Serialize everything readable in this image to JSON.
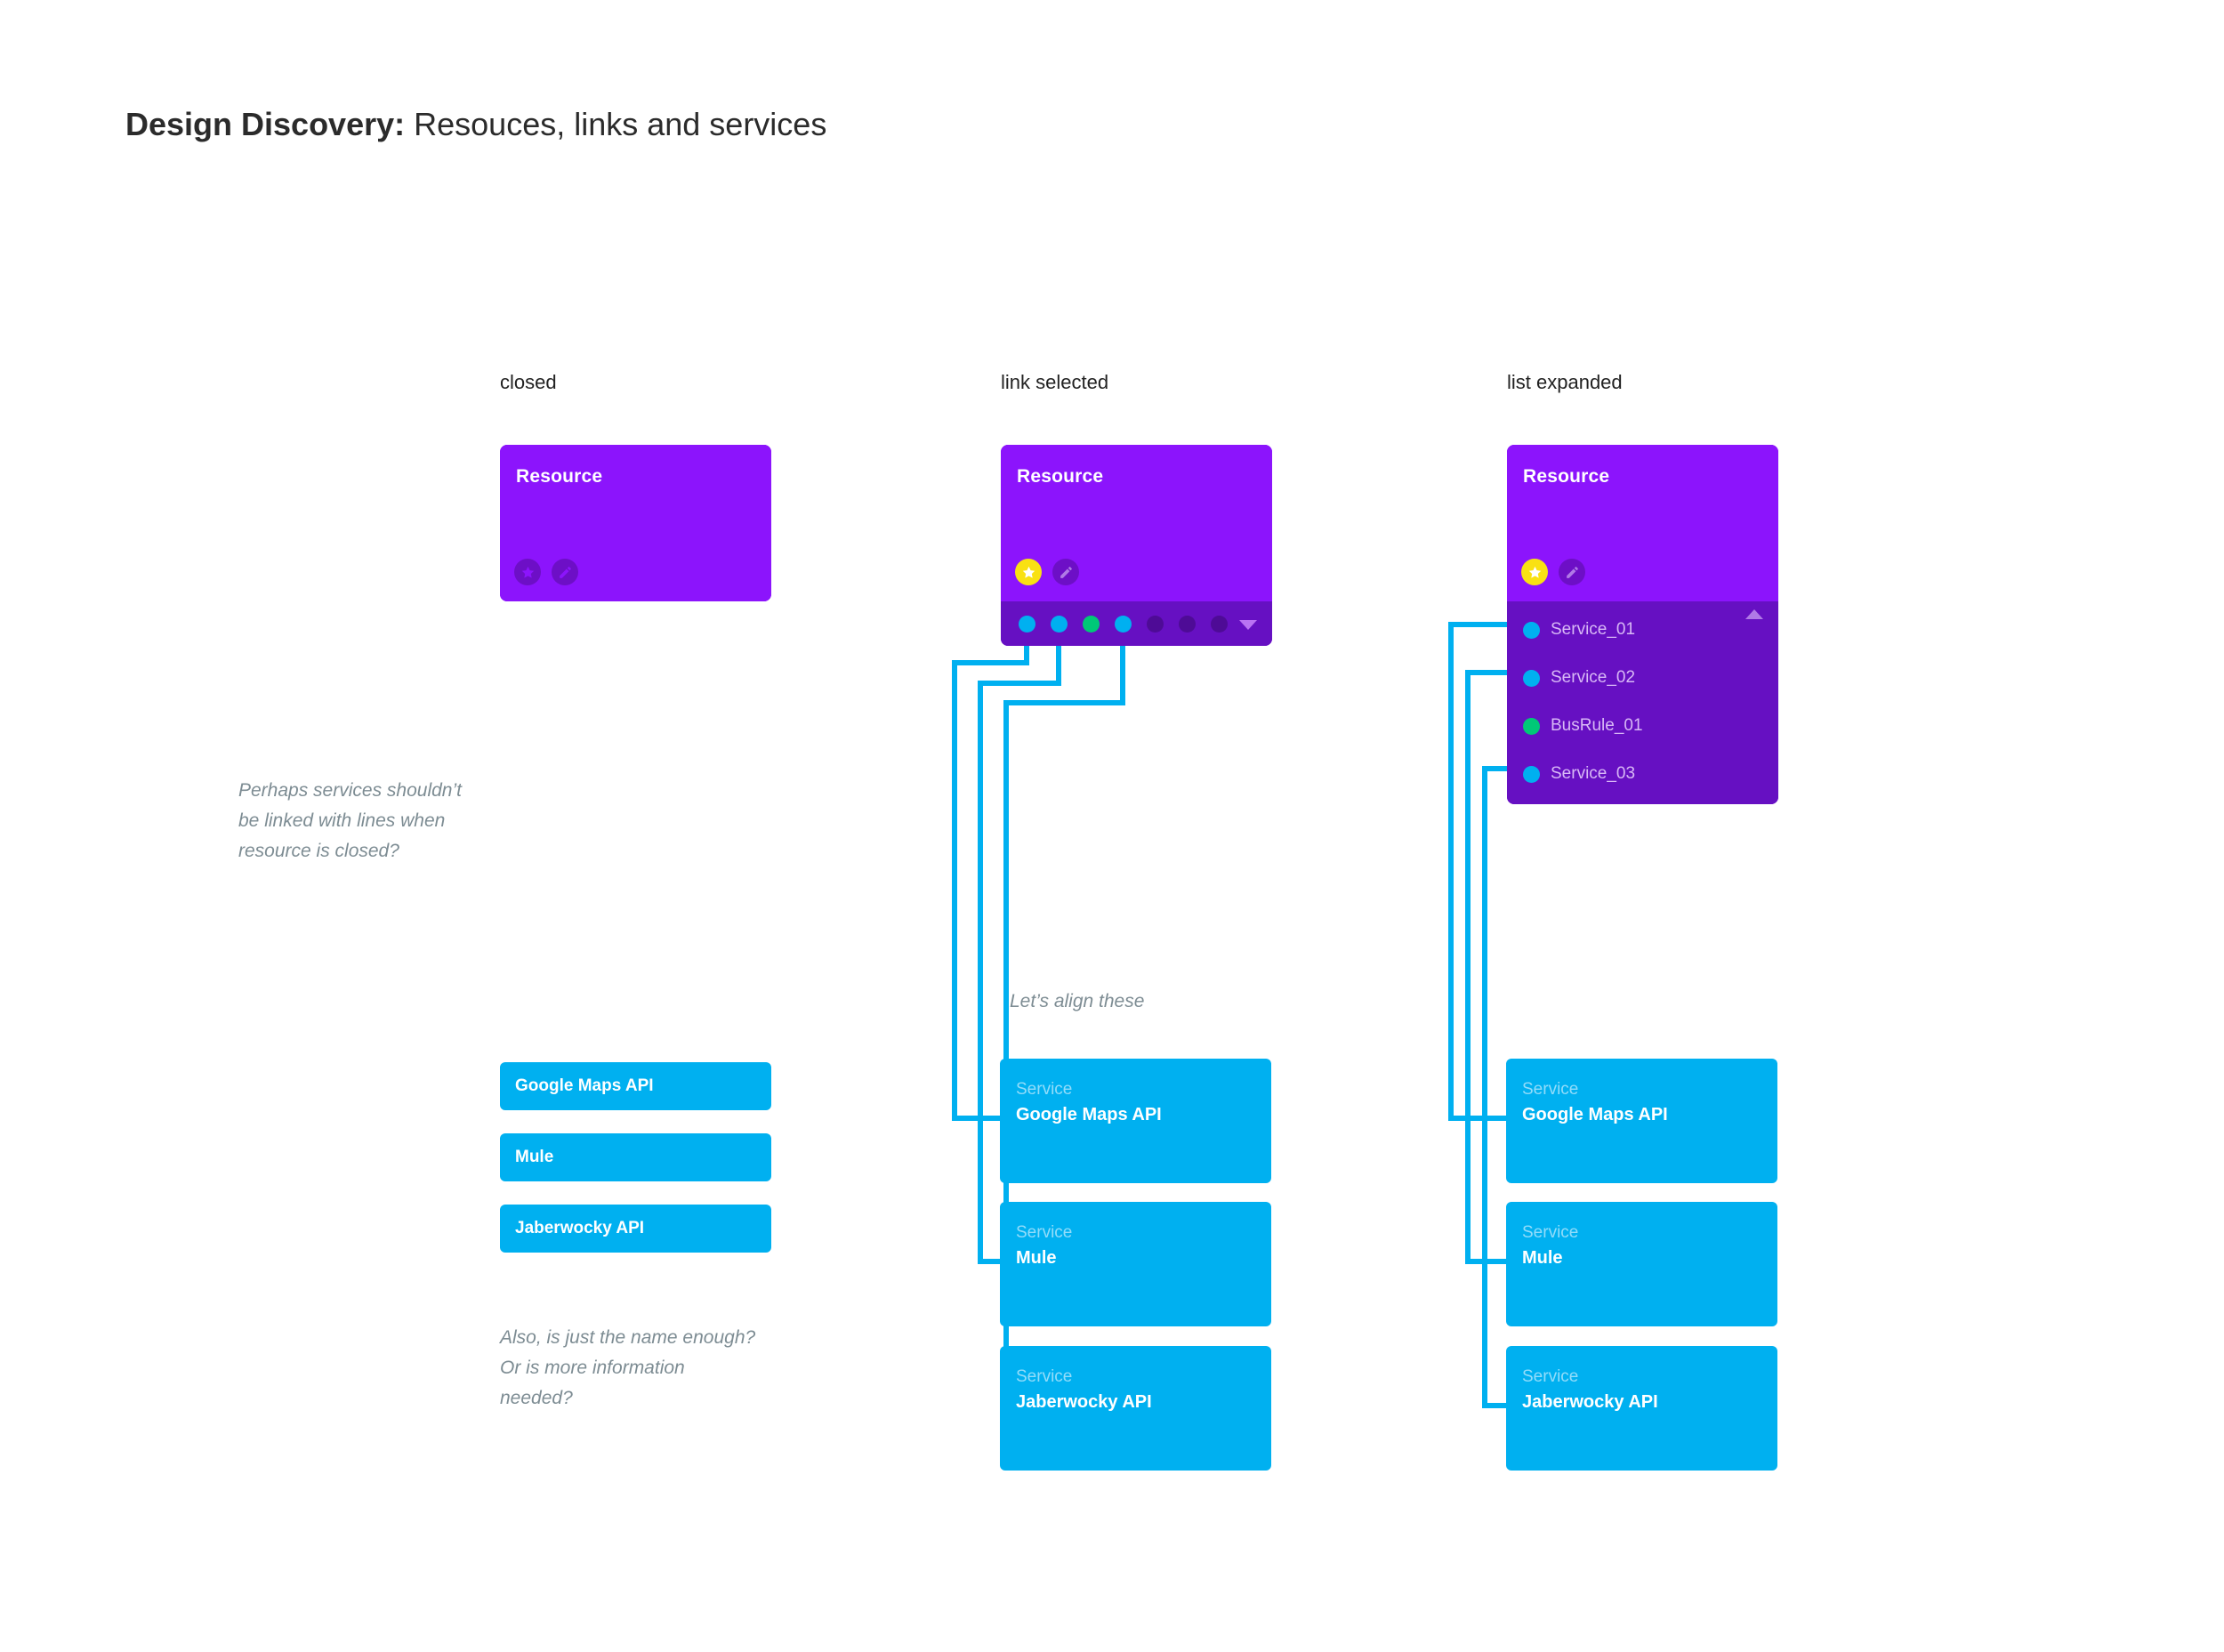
{
  "title": {
    "bold": "Design Discovery:",
    "regular": " Resouces, links and services"
  },
  "columns": {
    "closed": {
      "header": "closed"
    },
    "link_selected": {
      "header": "link selected"
    },
    "list_expanded": {
      "header": "list expanded"
    }
  },
  "resource_card": {
    "title": "Resource",
    "icons": {
      "favorite": "star-icon",
      "edit": "pencil-icon"
    },
    "favorite_state": {
      "closed": "inactive",
      "link_selected": "active",
      "list_expanded": "active"
    }
  },
  "link_dots": {
    "expand_icon": "chevron-down-icon",
    "items": [
      {
        "state": "linked",
        "color": "#00b0f0"
      },
      {
        "state": "linked",
        "color": "#00b0f0"
      },
      {
        "state": "rule",
        "color": "#00c877"
      },
      {
        "state": "linked",
        "color": "#00b0f0"
      },
      {
        "state": "empty",
        "color": "#4e0b96"
      },
      {
        "state": "empty",
        "color": "#4e0b96"
      },
      {
        "state": "empty",
        "color": "#4e0b96"
      }
    ]
  },
  "expanded_list": {
    "collapse_icon": "chevron-up-icon",
    "items": [
      {
        "label": "Service_01",
        "dot": "cyan",
        "color": "#00b0f0"
      },
      {
        "label": "Service_02",
        "dot": "cyan",
        "color": "#00b0f0"
      },
      {
        "label": "BusRule_01",
        "dot": "green",
        "color": "#00c877"
      },
      {
        "label": "Service_03",
        "dot": "cyan",
        "color": "#00b0f0"
      }
    ]
  },
  "service_chips": [
    {
      "name": "Google Maps API"
    },
    {
      "name": "Mule"
    },
    {
      "name": "Jaberwocky API"
    }
  ],
  "service_cards": [
    {
      "kind": "Service",
      "name": "Google Maps API"
    },
    {
      "kind": "Service",
      "name": "Mule"
    },
    {
      "kind": "Service",
      "name": "Jaberwocky API"
    }
  ],
  "notes": {
    "closed_links": "Perhaps services shouldn’t be linked with lines when resource is closed?",
    "name_enough": "Also, is just the name enough? Or is more information needed?",
    "align": "Let’s align these"
  },
  "colors": {
    "resource_purple": "#8c14fc",
    "resource_purple_dark": "#6610c2",
    "dot_off": "#4e0b96",
    "service_cyan": "#00b0f0",
    "rule_green": "#00c877",
    "favorite_yellow": "#f9e113",
    "link_line": "#00b0f0",
    "note_gray": "#7d8c93"
  }
}
